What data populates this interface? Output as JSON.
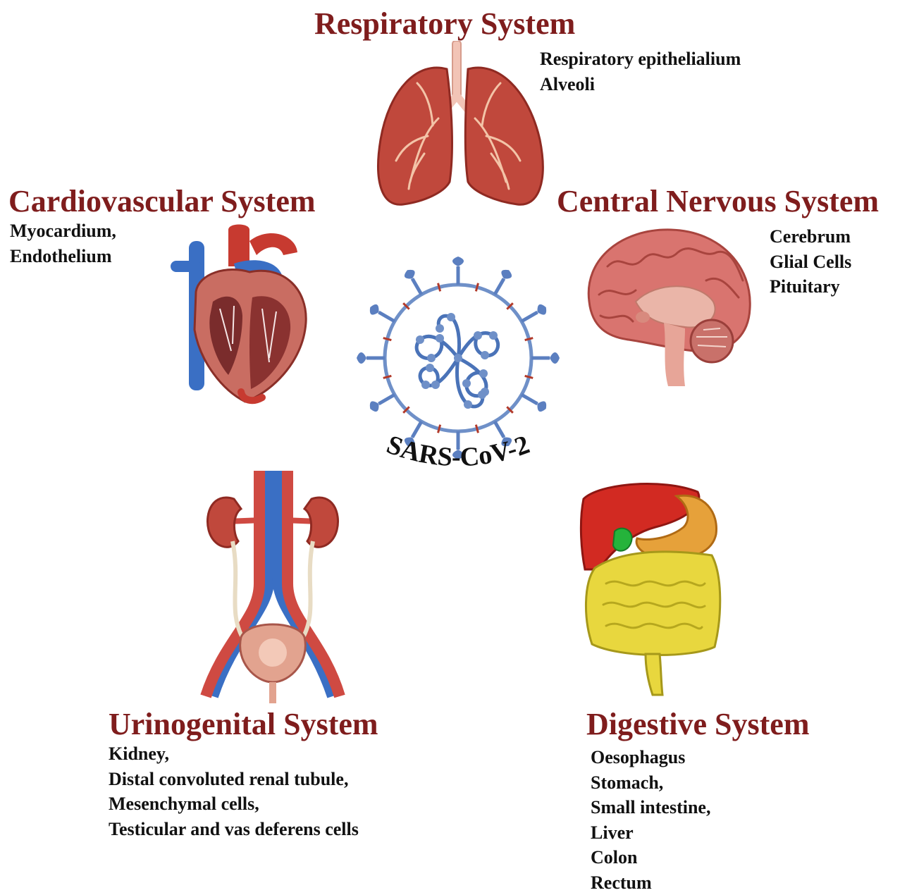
{
  "center": {
    "label": "SARS-CoV-2",
    "icon": "virus-icon",
    "colors": {
      "body": "#6f90c8",
      "spike": "#5b7fc0",
      "rna": "#4a73b8",
      "marker": "#b23a2a"
    }
  },
  "colors": {
    "title": "#7f1d1d",
    "text": "#111111"
  },
  "systems": {
    "respiratory": {
      "title": "Respiratory System",
      "icon": "lungs-icon",
      "items": [
        "Respiratory epithelialium",
        "Alveoli"
      ]
    },
    "cardiovascular": {
      "title": "Cardiovascular System",
      "icon": "heart-icon",
      "items": [
        "Myocardium,",
        "Endothelium"
      ]
    },
    "central_nervous": {
      "title": "Central Nervous System",
      "icon": "brain-icon",
      "items": [
        "Cerebrum",
        "Glial Cells",
        "Pituitary"
      ]
    },
    "urinogenital": {
      "title": "Urinogenital System",
      "icon": "kidneys-bladder-icon",
      "items": [
        "Kidney,",
        "Distal convoluted renal tubule,",
        "Mesenchymal cells,",
        "Testicular and vas deferens cells"
      ]
    },
    "digestive": {
      "title": "Digestive System",
      "icon": "digestive-organs-icon",
      "items": [
        "Oesophagus",
        "Stomach,",
        "Small intestine,",
        "Liver",
        "Colon",
        "Rectum"
      ]
    }
  }
}
